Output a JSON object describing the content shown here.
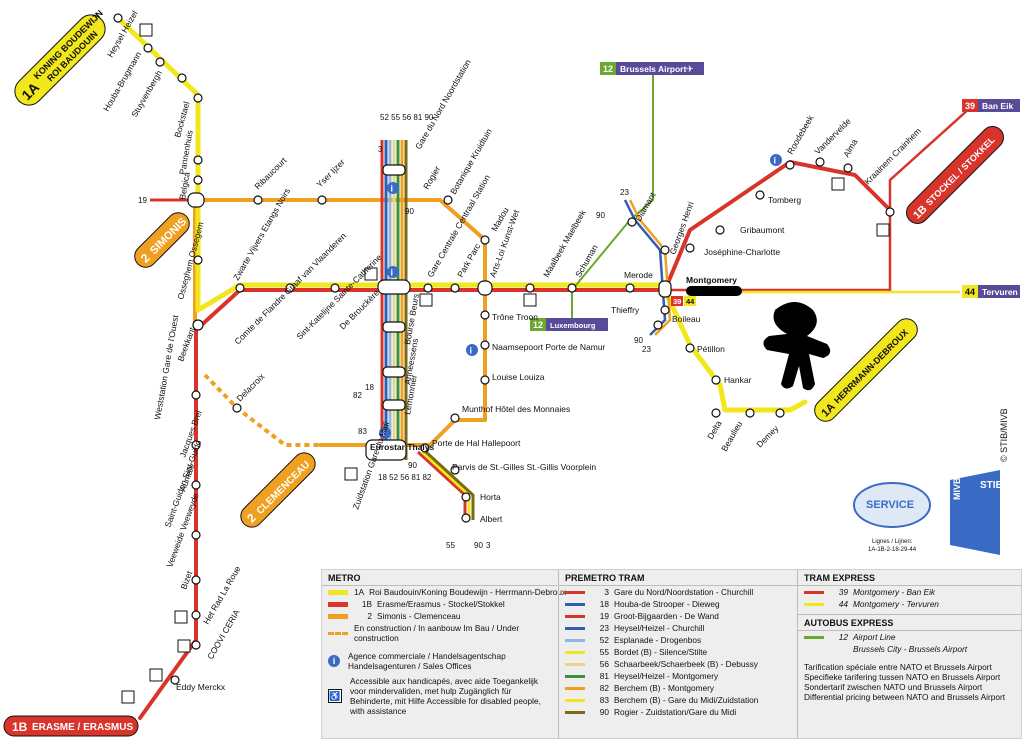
{
  "colors": {
    "line1": "#f2e61c",
    "line1b": "#d9342b",
    "line2": "#f0a020",
    "tram": "#8ec63f",
    "express39": "#d9342b",
    "express44": "#f2e61c",
    "airport": "#6aa82f",
    "tram_blue": "#2f5fb0",
    "tram_green": "#3c8f3c",
    "tram_olive": "#7a6a12"
  },
  "metro_badges": {
    "koning": {
      "num": "1A",
      "text1": "KONING BOUDEWIJN",
      "text2": "ROI BAUDOUIN"
    },
    "simonis": {
      "num": "2",
      "text": "SIMONIS"
    },
    "clemenceau": {
      "num": "2",
      "text": "CLEMENCEAU"
    },
    "erasme": {
      "num": "1B",
      "text": "ERASME / ERASMUS"
    },
    "stockel": {
      "num": "1B",
      "text": "STOCKEL / STOKKEL"
    },
    "herrmann": {
      "num": "1A",
      "text": "HERRMANN-DEBROUX"
    }
  },
  "express_badges": {
    "airport": {
      "num": "12",
      "text": "Brussels Airport"
    },
    "baneik": {
      "num": "39",
      "text": "Ban Eik"
    },
    "tervuren": {
      "num": "44",
      "text": "Tervuren"
    },
    "luxembourg": {
      "num": "12",
      "text": "Luxembourg"
    },
    "montgomery_nums": [
      "39",
      "44"
    ]
  },
  "stations": {
    "heysel": "Heysel Heizel",
    "houba": "Houba-Brugmann",
    "stuyvenbergh": "Stuyvenbergh",
    "bockstael": "Bockstael",
    "pannenhuis": "Pannenhuis",
    "belgica": "Belgica",
    "ribaucourt": "Ribaucourt",
    "yser": "Yser Ijzer",
    "rogier": "Rogier",
    "botanique": "Botanique Kruidtuin",
    "gare_nord": "Gare du Nord Noordstation",
    "madou": "Madou",
    "osseghem": "Osseghem Ossegem",
    "zwarte": "Zwarte Vijvers Etangs Noirs",
    "comte": "Comte de Flandre Graaf van Vlaanderen",
    "stkatelijne": "Sint-Katelijne Sainte-Catherine",
    "debrouckere": "De Brouckère",
    "gare_centrale": "Gare Centrale Centraal Station",
    "park": "Park Parc",
    "arts_loi": "Arts-Loi Kunst-Wet",
    "maalbeek": "Maalbeek Maelbeek",
    "schuman": "Schuman",
    "merode": "Merode",
    "diamant": "Diamant",
    "georges_henri": "Georges Henri",
    "montgomery": "Montgomery",
    "thieffry": "Thieffry",
    "boileau": "Boileau",
    "petillon": "Pétillon",
    "hankar": "Hankar",
    "delta": "Delta",
    "beaulieu": "Beaulieu",
    "demey": "Demey",
    "josephine": "Joséphine-Charlotte",
    "gribaumont": "Gribaumont",
    "tomberg": "Tomberg",
    "roodebeek": "Roodebeek",
    "vandervelde": "Vandervelde",
    "alma": "Alma",
    "kraainem": "Kraainem Crainhem",
    "beekkant": "Beekkant",
    "weststation": "Weststation Gare de l'Ouest",
    "delacroix": "Delacroix",
    "jacques_brel": "Jacques Brel",
    "aumale": "Aumale",
    "st_guidon": "Saint-Guidon Sint-Guido",
    "veeweide": "Veeweide Veeweyde",
    "bizet": "Bizet",
    "het_rad": "Het Rad La Roue",
    "ceria": "COOVI CERIA",
    "eddy": "Eddy Merckx",
    "bourse": "Bourse Beurs",
    "anneessens": "Anneessens",
    "lemonnier": "Lemonnier",
    "zuid": "Zuidstation Gare du Midi",
    "porte_hal": "Porte de Hal Hallepoort",
    "parvis": "Parvis de St.-Gilles St.-Gillis Voorplein",
    "horta": "Horta",
    "albert": "Albert",
    "munthof": "Munthof Hôtel des Monnaies",
    "louise": "Louise Louiza",
    "namsepoort": "Naamsepoort Porte de Namur",
    "trone": "Trône Troon",
    "eurostar": "Eurostar Thalys"
  },
  "route_numbers": {
    "gdn_top": "52 55 56 81 90",
    "three_top": "3",
    "ninety_rogier": "90",
    "nineteen": "19",
    "twentythree": "23",
    "ninety_diamant": "90",
    "boileau_90": "90",
    "boileau_23": "23",
    "eighty_two": "82",
    "eighteen": "18",
    "eighty_three": "83",
    "ninety_zuid": "90",
    "zuid_bottom": "18 52 56 81 82",
    "albert_55": "55",
    "albert_90": "90",
    "albert_3": "3"
  },
  "credit": "© STIB/MIVB",
  "logo": {
    "service": "SERVICE",
    "lines_label": "Lignes / Lijnen:",
    "lines_values": "1A-1B-2-18-29-44",
    "stib": "STIB",
    "mivb": "MIVB"
  },
  "legend": {
    "metro": {
      "title": "METRO",
      "rows": [
        {
          "num": "1A",
          "text": "Roi Baudouin/Koning Boudewijn - Herrmann-Debroux",
          "color": "#f2e61c"
        },
        {
          "num": "1B",
          "text": "Erasme/Erasmus - Stockel/Stokkel",
          "color": "#d9342b"
        },
        {
          "num": "2",
          "text": "Simonis - Clemenceau",
          "color": "#f0a020"
        }
      ],
      "construction": "En construction / In aanbouw Im Bau / Under construction",
      "agency": "Agence commerciale / Handelsagentschap Handelsagenturen / Sales Offices",
      "access": "Accessible aux handicapés, avec aide Toegankelijk voor mindervaliden, met hulp Zugänglich für Behinderte, mit Hilfe Accessible for disabled people, with assistance"
    },
    "premetro": {
      "title": "PREMETRO TRAM",
      "rows": [
        {
          "num": "3",
          "text": "Gare du Nord/Noordstation - Churchill",
          "color": "#d9342b"
        },
        {
          "num": "18",
          "text": "Houba-de Strooper - Dieweg",
          "color": "#2f5fb0"
        },
        {
          "num": "19",
          "text": "Groot-Bijgaarden - De Wand",
          "color": "#d9342b"
        },
        {
          "num": "23",
          "text": "Heysel/Heizel - Churchill",
          "color": "#2f5fb0"
        },
        {
          "num": "52",
          "text": "Esplanade - Drogenbos",
          "color": "#8fb6e0"
        },
        {
          "num": "55",
          "text": "Bordet (B) - Silence/Stilte",
          "color": "#f2e61c"
        },
        {
          "num": "56",
          "text": "Schaarbeek/Schaerbeek (B) - Debussy",
          "color": "#e8d48a"
        },
        {
          "num": "81",
          "text": "Heysel/Heizel - Montgomery",
          "color": "#3c8f3c"
        },
        {
          "num": "82",
          "text": "Berchem (B) - Montgomery",
          "color": "#f0a020"
        },
        {
          "num": "83",
          "text": "Berchem (B) - Gare du Midi/Zuidstation",
          "color": "#f2e61c"
        },
        {
          "num": "90",
          "text": "Rogier - Zuidstation/Gare du Midi",
          "color": "#7a6a12"
        }
      ]
    },
    "tram_express": {
      "title": "TRAM EXPRESS",
      "rows": [
        {
          "num": "39",
          "text": "Montgomery - Ban Eik",
          "color": "#d9342b"
        },
        {
          "num": "44",
          "text": "Montgomery - Tervuren",
          "color": "#f2e61c"
        }
      ]
    },
    "autobus_express": {
      "title": "AUTOBUS EXPRESS",
      "num": "12",
      "line1": "Airport Line",
      "line2": "Brussels City - Brussels Airport",
      "color": "#6aa82f",
      "note": "Tarification spéciale entre NATO et Brussels Airport Specifieke tarifering tussen NATO en Brussels Airport Sondertarif zwischen NATO und Brussels Airport Differential pricing between NATO and Brussels Airport"
    }
  }
}
